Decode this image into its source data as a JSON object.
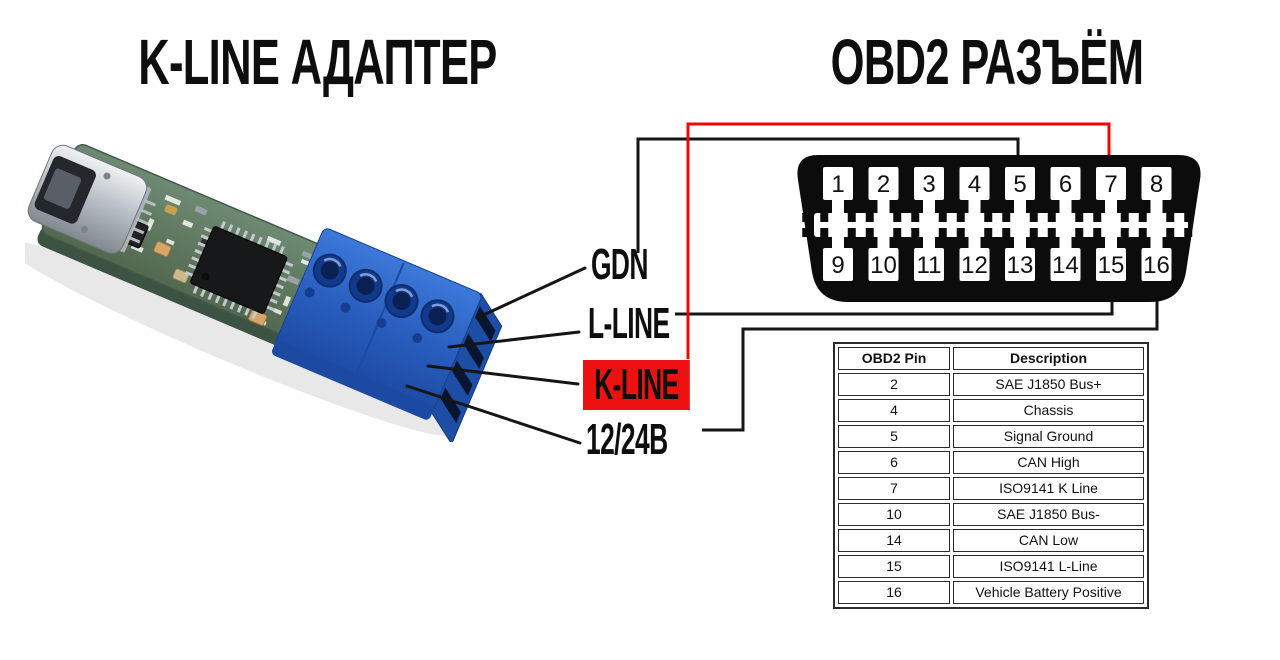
{
  "titles": {
    "left": "K-LINE АДАПТЕР",
    "right": "OBD2 РАЗЪЁМ"
  },
  "adapter": {
    "description": "USB K-Line adapter photo: green PCB, mini-USB plug, main IC, blue 4-pole screw terminal block",
    "terminals": [
      "GDN",
      "L-LINE",
      "K-LINE",
      "12/24В"
    ]
  },
  "labels": [
    {
      "id": "gdn",
      "text": "GDN",
      "highlighted": false
    },
    {
      "id": "lline",
      "text": "L-LINE",
      "highlighted": false
    },
    {
      "id": "kline",
      "text": "K-LINE",
      "highlighted": true
    },
    {
      "id": "power",
      "text": "12/24В",
      "highlighted": false
    }
  ],
  "connector": {
    "top_pins": [
      "1",
      "2",
      "3",
      "4",
      "5",
      "6",
      "7",
      "8"
    ],
    "bottom_pins": [
      "9",
      "10",
      "11",
      "12",
      "13",
      "14",
      "15",
      "16"
    ]
  },
  "connections": [
    {
      "label": "GDN",
      "obd2_pin": 5,
      "wire": "black"
    },
    {
      "label": "L-LINE",
      "obd2_pin": 15,
      "wire": "black"
    },
    {
      "label": "K-LINE",
      "obd2_pin": 7,
      "wire": "red"
    },
    {
      "label": "12/24В",
      "obd2_pin": 16,
      "wire": "black"
    }
  ],
  "table": {
    "headers": [
      "OBD2 Pin",
      "Description"
    ],
    "rows": [
      [
        "2",
        "SAE J1850 Bus+"
      ],
      [
        "4",
        "Chassis"
      ],
      [
        "5",
        "Signal Ground"
      ],
      [
        "6",
        "CAN High"
      ],
      [
        "7",
        "ISO9141 K Line"
      ],
      [
        "10",
        "SAE J1850 Bus-"
      ],
      [
        "14",
        "CAN Low"
      ],
      [
        "15",
        "ISO9141 L-Line"
      ],
      [
        "16",
        "Vehicle Battery Positive"
      ]
    ]
  },
  "colors": {
    "wire_black": "#151515",
    "wire_red": "#f40404",
    "highlight_bg": "#ee1111",
    "connector_black": "#0c0c0c",
    "pcb_green": "#5d7a62",
    "terminal_blue": "#2a5fc0"
  }
}
